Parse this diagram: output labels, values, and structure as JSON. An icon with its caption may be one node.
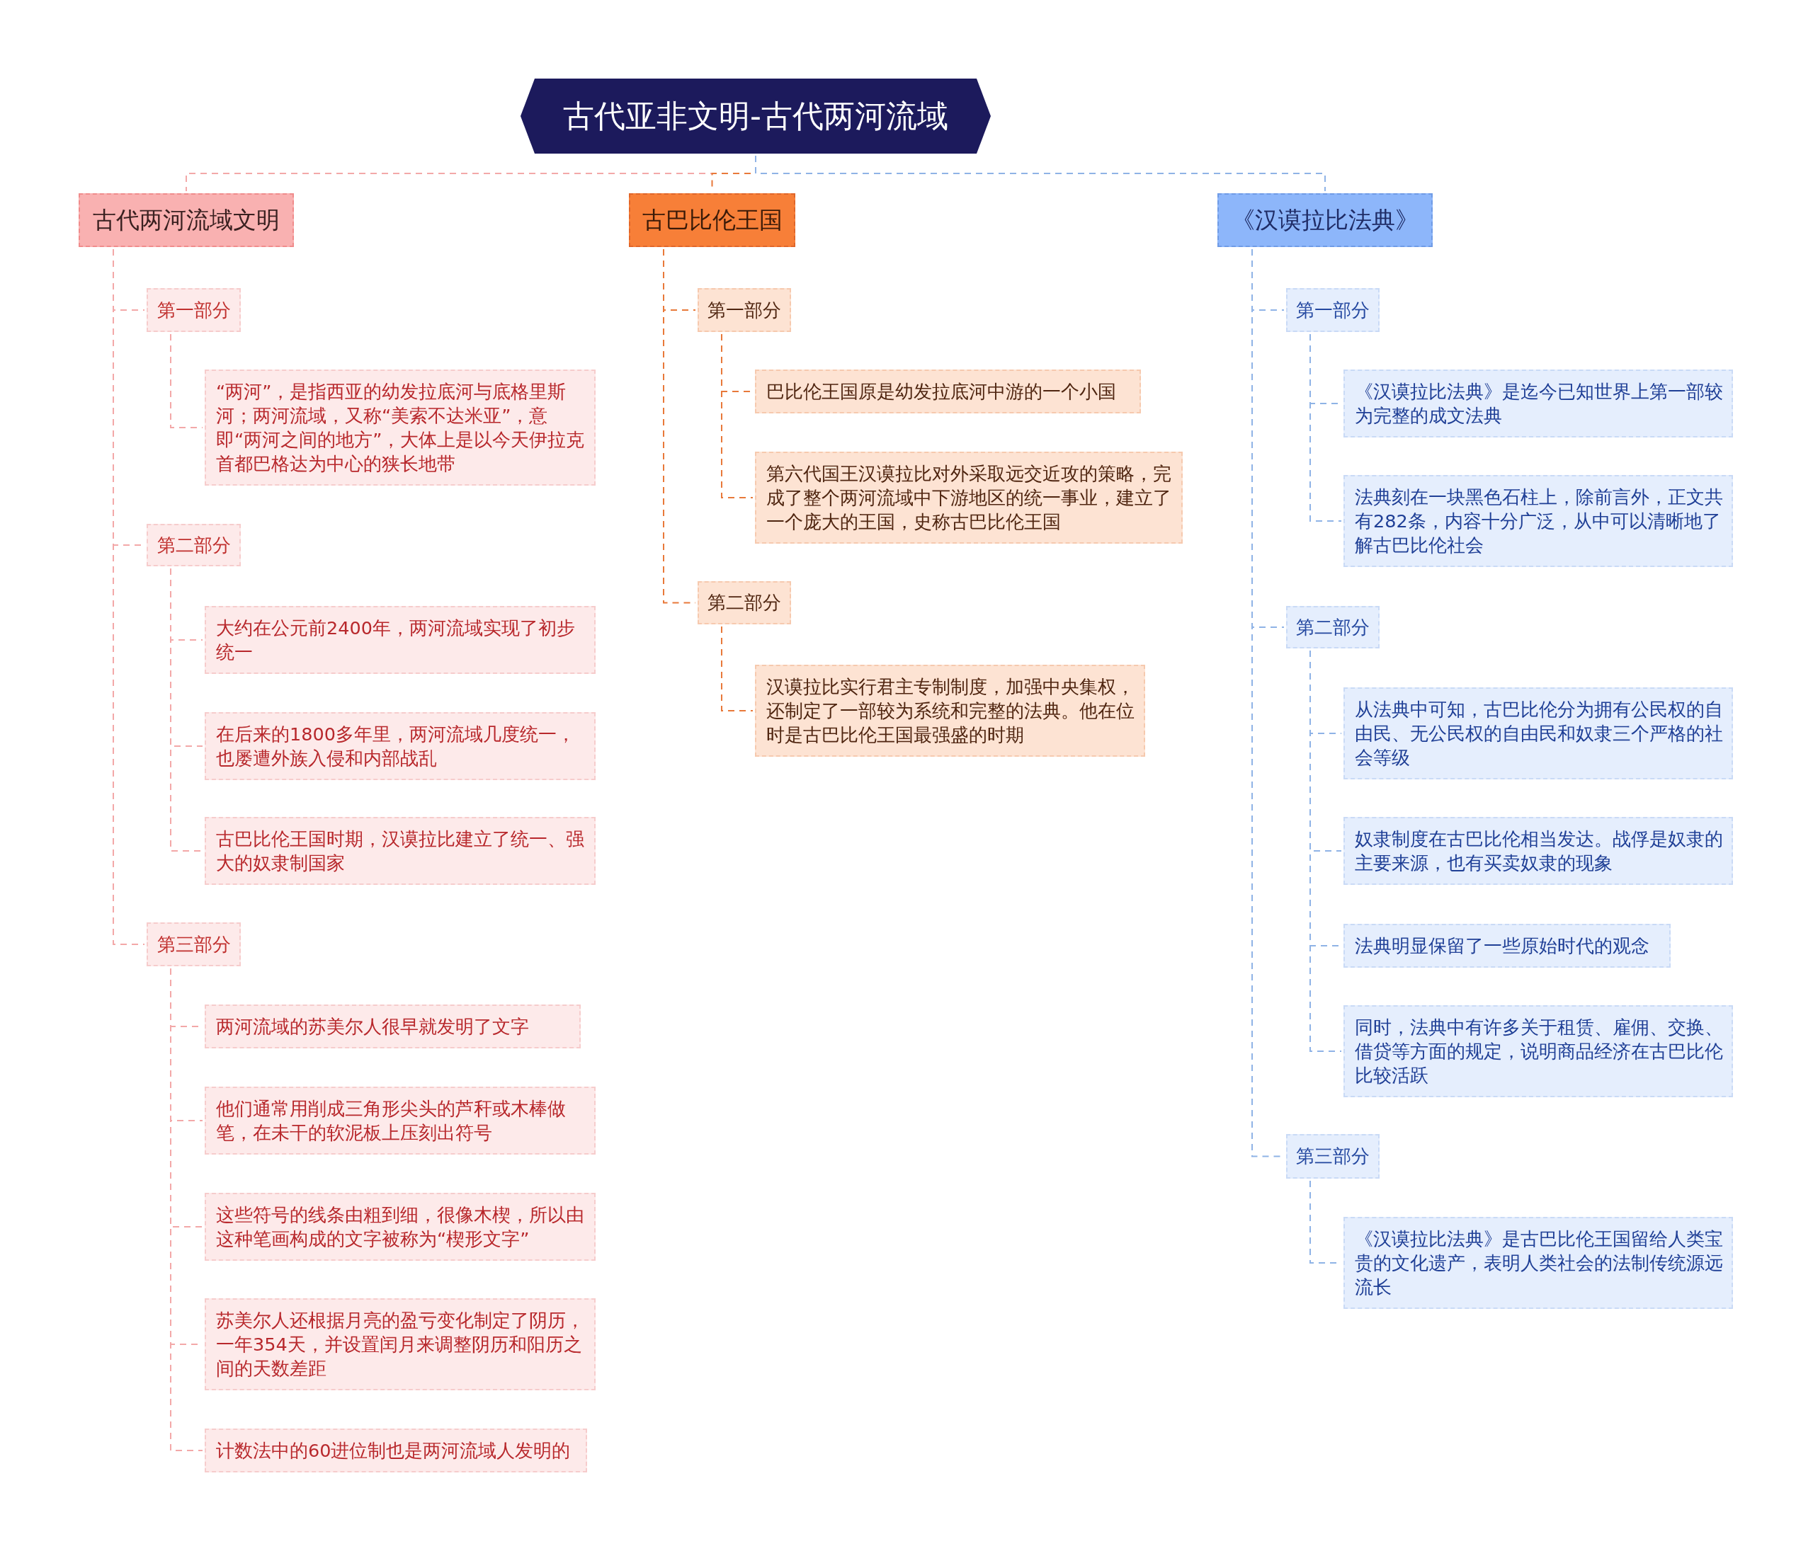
{
  "diagram": {
    "nodes": [
      {
        "text": [
          "古代亚非文明-古代两河流域"
        ]
      },
      {
        "text": [
          "古代两河流域文明"
        ]
      },
      {
        "text": [
          "第一部分"
        ]
      },
      {
        "text": [
          "“两河”，是指西亚的幼发拉底河与底格里斯河；两河流域，又称“美索不达米亚”，意即“两河之间的地方”，大体上是以今天伊拉克首都巴格达为中心的狭长地带"
        ]
      },
      {
        "text": [
          "第二部分"
        ]
      },
      {
        "text": [
          "大约在公元前2400年，两河流域实现了初步统一"
        ]
      },
      {
        "text": [
          "在后来的1800多年里，两河流域几度统一，也屡遭外族入侵和内部战乱"
        ]
      },
      {
        "text": [
          "古巴比伦王国时期，汉谟拉比建立了统一、强大的奴隶制国家"
        ]
      },
      {
        "text": [
          "第三部分"
        ]
      },
      {
        "text": [
          "两河流域的苏美尔人很早就发明了文字"
        ]
      },
      {
        "text": [
          "他们通常用削成三角形尖头的芦秆或木棒做笔，在未干的软泥板上压刻出符号"
        ]
      },
      {
        "text": [
          "这些符号的线条由粗到细，很像木楔，所以由这种笔画构成的文字被称为“楔形文字”"
        ]
      },
      {
        "text": [
          "苏美尔人还根据月亮的盈亏变化制定了阴历，一年354天，并设置闰月来调整阴历和阳历之间的天数差距"
        ]
      },
      {
        "text": [
          "计数法中的60进位制也是两河流域人发明的"
        ]
      },
      {
        "text": [
          "古巴比伦王国"
        ]
      },
      {
        "text": [
          "第一部分"
        ]
      },
      {
        "text": [
          "巴比伦王国原是幼发拉底河中游的一个小国"
        ]
      },
      {
        "text": [
          "第六代国王汉谟拉比对外采取远交近攻的策略，完成了整个两河流域中下游地区的统一事业，建立了一个庞大的王国，史称古巴比伦王国"
        ]
      },
      {
        "text": [
          "第二部分"
        ]
      },
      {
        "text": [
          "汉谟拉比实行君主专制制度，加强中央集权，还制定了一部较为系统和完整的法典。他在位时是古巴比伦王国最强盛的时期"
        ]
      },
      {
        "text": [
          "《汉谟拉比法典》"
        ]
      },
      {
        "text": [
          "第一部分"
        ]
      },
      {
        "text": [
          "《汉谟拉比法典》是迄今已知世界上第一部较为完整的成文法典"
        ]
      },
      {
        "text": [
          "法典刻在一块黑色石柱上，除前言外，正文共有282条，内容十分广泛，从中可以清晰地了解古巴比伦社会"
        ]
      },
      {
        "text": [
          "第二部分"
        ]
      },
      {
        "text": [
          "从法典中可知，古巴比伦分为拥有公民权的自由民、无公民权的自由民和奴隶三个严格的社会等级"
        ]
      },
      {
        "text": [
          "奴隶制度在古巴比伦相当发达。战俘是奴隶的主要来源，也有买卖奴隶的现象"
        ]
      },
      {
        "text": [
          "法典明显保留了一些原始时代的观念"
        ]
      },
      {
        "text": [
          "同时，法典中有许多关于租赁、雇佣、交换、借贷等方面的规定，说明商品经济在古巴比伦比较活跃"
        ]
      },
      {
        "text": [
          "第三部分"
        ]
      },
      {
        "text": [
          "《汉谟拉比法典》是古巴比伦王国留给人类宝贵的文化遗产，表明人类社会的法制传统源远流长"
        ]
      }
    ],
    "edges": [
      {
        "from": 0,
        "to": 1,
        "arrow": "none",
        "style": "dashed"
      },
      {
        "from": 1,
        "to": 2,
        "arrow": "none",
        "style": "dashed"
      },
      {
        "from": 2,
        "to": 3,
        "arrow": "none",
        "style": "dashed"
      },
      {
        "from": 1,
        "to": 4,
        "arrow": "none",
        "style": "dashed"
      },
      {
        "from": 4,
        "to": 5,
        "arrow": "none",
        "style": "dashed"
      },
      {
        "from": 4,
        "to": 6,
        "arrow": "none",
        "style": "dashed"
      },
      {
        "from": 4,
        "to": 7,
        "arrow": "none",
        "style": "dashed"
      },
      {
        "from": 1,
        "to": 8,
        "arrow": "none",
        "style": "dashed"
      },
      {
        "from": 8,
        "to": 9,
        "arrow": "none",
        "style": "dashed"
      },
      {
        "from": 8,
        "to": 10,
        "arrow": "none",
        "style": "dashed"
      },
      {
        "from": 8,
        "to": 11,
        "arrow": "none",
        "style": "dashed"
      },
      {
        "from": 8,
        "to": 12,
        "arrow": "none",
        "style": "dashed"
      },
      {
        "from": 8,
        "to": 13,
        "arrow": "none",
        "style": "dashed"
      },
      {
        "from": 0,
        "to": 14,
        "arrow": "none",
        "style": "dashed",
        "color": "#e8793a"
      },
      {
        "from": 14,
        "to": 15,
        "arrow": "none",
        "style": "dashed",
        "color": "#e8793a"
      },
      {
        "from": 15,
        "to": 16,
        "arrow": "none",
        "style": "dashed",
        "color": "#e8793a"
      },
      {
        "from": 15,
        "to": 17,
        "arrow": "none",
        "style": "dashed",
        "color": "#e8793a"
      },
      {
        "from": 14,
        "to": 18,
        "arrow": "none",
        "style": "dashed",
        "color": "#e8793a"
      },
      {
        "from": 18,
        "to": 19,
        "arrow": "none",
        "style": "dashed",
        "color": "#e8793a"
      },
      {
        "from": 0,
        "to": 20,
        "arrow": "none",
        "style": "dashed",
        "color": "#8fb3e6"
      },
      {
        "from": 20,
        "to": 21,
        "arrow": "none",
        "style": "dashed",
        "color": "#8fb3e6"
      },
      {
        "from": 21,
        "to": 22,
        "arrow": "none",
        "style": "dashed",
        "color": "#8fb3e6"
      },
      {
        "from": 21,
        "to": 23,
        "arrow": "none",
        "style": "dashed",
        "color": "#8fb3e6"
      },
      {
        "from": 20,
        "to": 24,
        "arrow": "none",
        "style": "dashed",
        "color": "#8fb3e6"
      },
      {
        "from": 24,
        "to": 25,
        "arrow": "none",
        "style": "dashed",
        "color": "#8fb3e6"
      },
      {
        "from": 24,
        "to": 26,
        "arrow": "none",
        "style": "dashed",
        "color": "#8fb3e6"
      },
      {
        "from": 24,
        "to": 27,
        "arrow": "none",
        "style": "dashed",
        "color": "#8fb3e6"
      },
      {
        "from": 24,
        "to": 28,
        "arrow": "none",
        "style": "dashed",
        "color": "#8fb3e6"
      },
      {
        "from": 20,
        "to": 29,
        "arrow": "none",
        "style": "dashed",
        "color": "#8fb3e6"
      },
      {
        "from": 29,
        "to": 30,
        "arrow": "none",
        "style": "dashed",
        "color": "#8fb3e6"
      }
    ]
  }
}
